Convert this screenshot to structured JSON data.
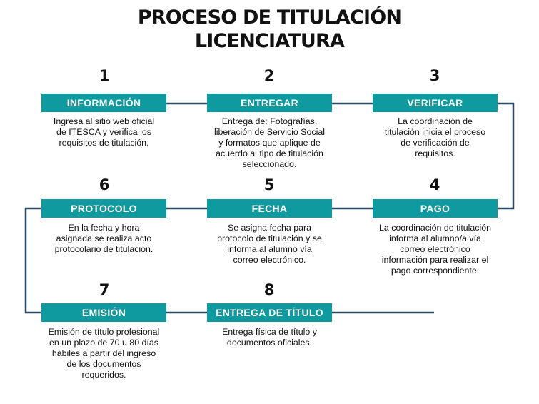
{
  "title": {
    "line1": "PROCESO DE TITULACIÓN",
    "line2": "LICENCIATURA"
  },
  "colors": {
    "box": "#0f9aa0",
    "box_text": "#ffffff",
    "connector": "#2d4a63",
    "text": "#111111"
  },
  "steps": [
    {
      "number": "1",
      "label": "INFORMACIÓN",
      "description": [
        "Ingresa al sitio web oficial",
        "de ITESCA y verifica los",
        "requisitos de titulación."
      ]
    },
    {
      "number": "2",
      "label": "ENTREGAR",
      "description": [
        "Entrega de: Fotografías,",
        "liberación de Servicio Social",
        "y formatos que aplique de",
        "acuerdo al tipo de titulación",
        "seleccionado."
      ]
    },
    {
      "number": "3",
      "label": "VERIFICAR",
      "description": [
        "La coordinación de",
        "titulación inicia el proceso",
        "de verificación de",
        "requisitos."
      ]
    },
    {
      "number": "4",
      "label": "PAGO",
      "description": [
        "La coordinación de titulación",
        "informa al alumno/a vía",
        "correo electrónico",
        "información para realizar el",
        "pago correspondiente."
      ]
    },
    {
      "number": "5",
      "label": "FECHA",
      "description": [
        "Se asigna fecha para",
        "protocolo de titulación y se",
        "informa al alumno vía",
        "correo electrónico."
      ]
    },
    {
      "number": "6",
      "label": "PROTOCOLO",
      "description": [
        "En la fecha y hora",
        "asignada se realiza acto",
        "protocolario de titulación."
      ]
    },
    {
      "number": "7",
      "label": "EMISIÓN",
      "description": [
        "Emisión de título profesional",
        "en un plazo de 70 u 80 días",
        "hábiles a partir del ingreso",
        "de los documentos",
        "requeridos."
      ]
    },
    {
      "number": "8",
      "label": "ENTREGA DE TÍTULO",
      "description": [
        "Entrega física de título y",
        "documentos oficiales."
      ]
    }
  ]
}
